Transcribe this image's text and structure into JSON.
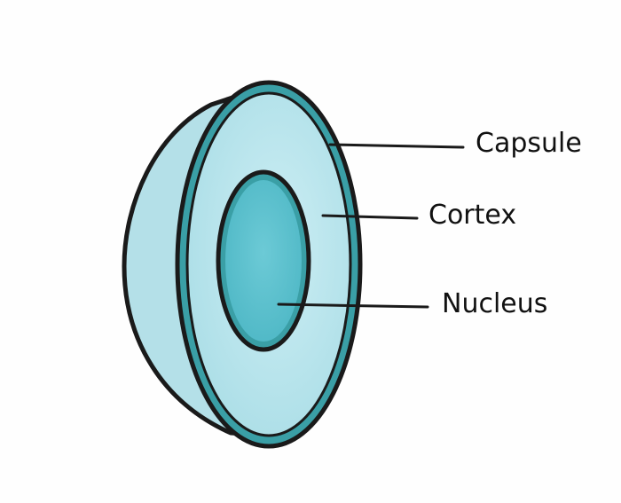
{
  "labels": {
    "capsule": "Capsule",
    "cortex": "Cortex",
    "nucleus": "Nucleus"
  },
  "colors": {
    "outline": "#1a1a1a",
    "capsule_rim": "#3a9fa6",
    "side_shell": "#b4e0e8",
    "cortex_face": "#bfe6ee",
    "nucleus_fill": "#6ccad6",
    "leader_line": "#1a1a1a"
  }
}
